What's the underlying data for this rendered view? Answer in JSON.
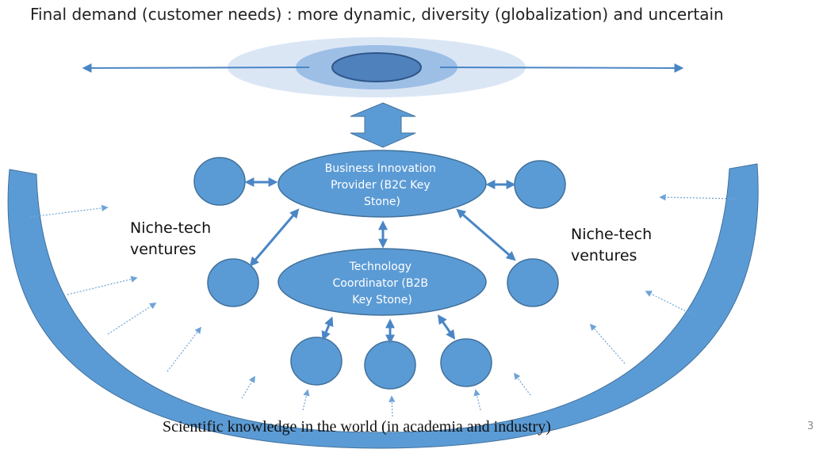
{
  "title": "Final demand (customer needs) : more dynamic, diversity (globalization) and uncertain",
  "b2c_node": {
    "lines": [
      "Business Innovation",
      "Provider (B2C Key",
      "Stone)"
    ]
  },
  "b2b_node": {
    "lines": [
      "Technology",
      "Coordinator (B2B",
      "Key Stone)"
    ]
  },
  "niche_left": [
    "Niche-tech",
    "ventures"
  ],
  "niche_right": [
    "Niche-tech",
    "ventures"
  ],
  "bottom_text": "Scientific knowledge in the world (in academia and industry)",
  "page_number": "3",
  "colors": {
    "node_fill": "#5b9bd5",
    "node_stroke": "#41719c",
    "arrow": "#4a86c5",
    "halo_outer": "#dbe6f5",
    "halo_mid": "#9dbfe6",
    "halo_inner": "#4f81bd"
  }
}
